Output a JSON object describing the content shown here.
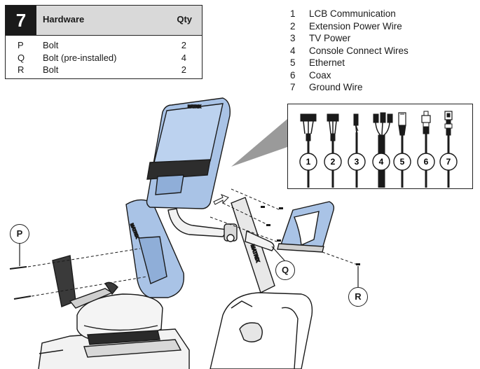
{
  "hardware": {
    "step": "7",
    "title": "Hardware",
    "qty_header": "Qty",
    "rows": [
      {
        "letter": "P",
        "name": "Bolt",
        "qty": "2"
      },
      {
        "letter": "Q",
        "name": "Bolt (pre-installed)",
        "qty": "4"
      },
      {
        "letter": "R",
        "name": "Bolt",
        "qty": "2"
      }
    ]
  },
  "wires": [
    {
      "num": "1",
      "label": "LCB Communication"
    },
    {
      "num": "2",
      "label": "Extension Power Wire"
    },
    {
      "num": "3",
      "label": "TV Power"
    },
    {
      "num": "4",
      "label": "Console Connect Wires"
    },
    {
      "num": "5",
      "label": "Ethernet"
    },
    {
      "num": "6",
      "label": "Coax"
    },
    {
      "num": "7",
      "label": "Ground Wire"
    }
  ],
  "callouts": {
    "p": "P",
    "q": "Q",
    "r": "R"
  },
  "brand": "MATRIX",
  "colors": {
    "panel_blue": "#a9c3e6",
    "line": "#1a1a1a",
    "gray": "#8f8f8f"
  }
}
